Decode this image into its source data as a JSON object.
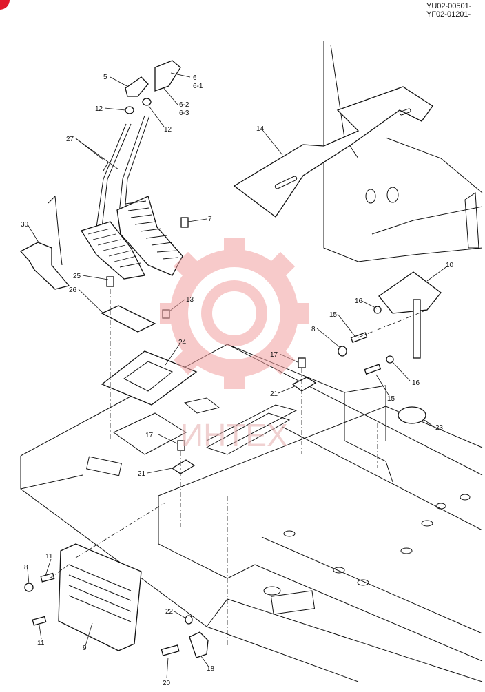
{
  "header": {
    "serial_1": "YU02-00501-",
    "serial_2": "YF02-01201-"
  },
  "watermark": {
    "text": "ИНТЕХ",
    "color": "#f2a0a0"
  },
  "accent_color": "#e0182a",
  "callouts": {
    "c5": "5",
    "c6": "6",
    "c6_1": "6-1",
    "c6_2": "6-2",
    "c6_3": "6-3",
    "c12a": "12",
    "c12b": "12",
    "c27": "27",
    "c14": "14",
    "c7": "7",
    "c30": "30",
    "c25": "25",
    "c26": "26",
    "c13": "13",
    "c24": "24",
    "c10": "10",
    "c16a": "16",
    "c16b": "16",
    "c15a": "15",
    "c15b": "15",
    "c8a": "8",
    "c8b": "8",
    "c17a": "17",
    "c17b": "17",
    "c21a": "21",
    "c21b": "21",
    "c23": "23",
    "c11a": "11",
    "c11b": "11",
    "c9": "9",
    "c22": "22",
    "c20": "20",
    "c18": "18"
  }
}
